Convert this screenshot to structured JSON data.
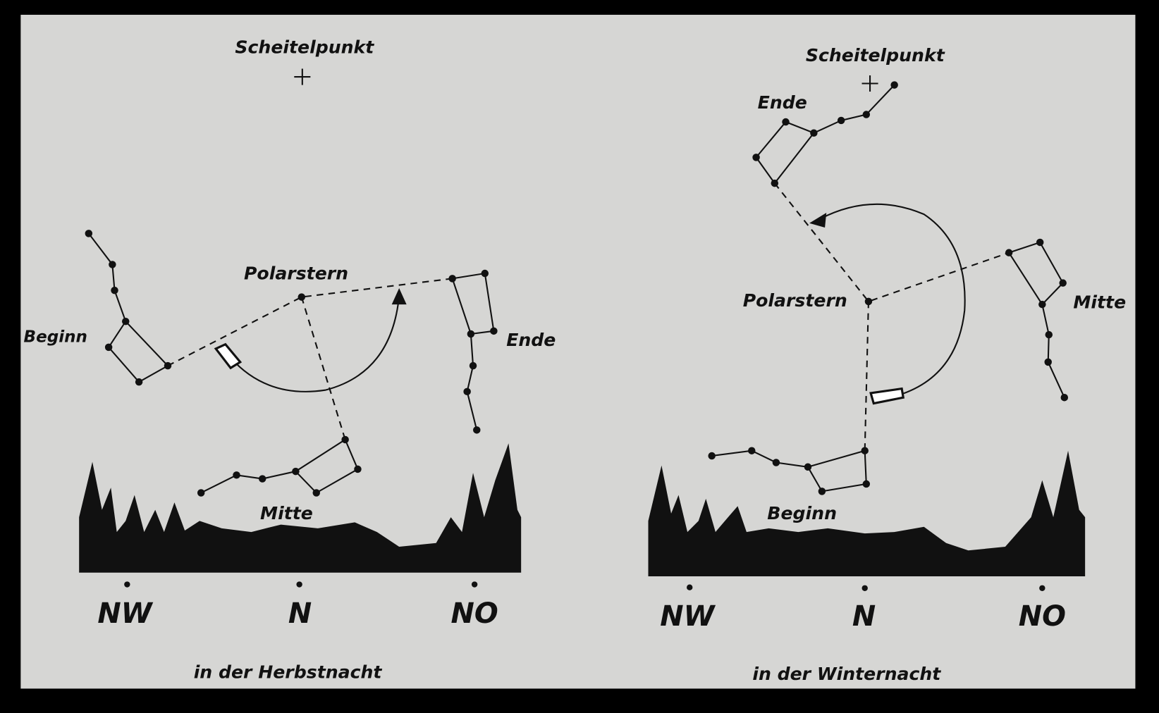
{
  "left_panel": {
    "zenith_label": "Scheitelpunkt",
    "polaris_label": "Polarstern",
    "labels": {
      "begin": "Beginn",
      "middle": "Mitte",
      "end": "Ende"
    },
    "directions": [
      "NW",
      "N",
      "NO"
    ],
    "caption": "in der Herbstnacht"
  },
  "right_panel": {
    "zenith_label": "Scheitelpunkt",
    "polaris_label": "Polarstern",
    "labels": {
      "begin": "Beginn",
      "middle": "Mitte",
      "end": "Ende"
    },
    "directions": [
      "NW",
      "N",
      "NO"
    ],
    "caption": "in der Winternacht"
  },
  "colors": {
    "background": "#d6d6d4",
    "ink": "#111111",
    "frame": "#000000"
  }
}
